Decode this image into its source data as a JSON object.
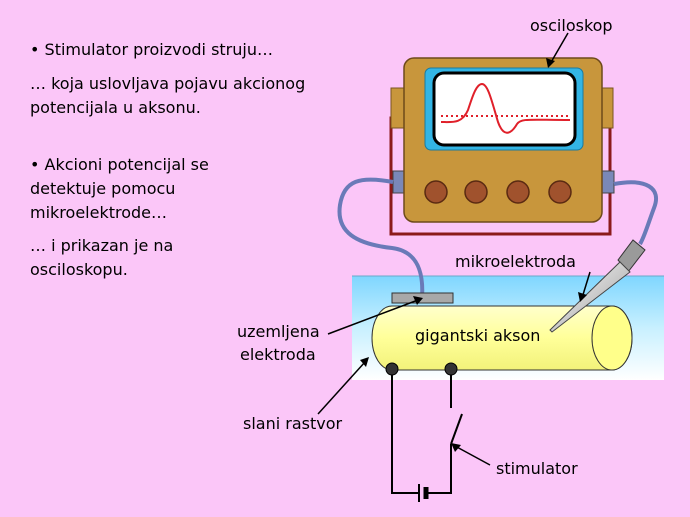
{
  "text": {
    "line1": "Stimulator proizvodi struju…",
    "line2a": "… koja uslovljava pojavu akcionog",
    "line2b": "potencijala u aksonu.",
    "line3a": "Akcioni potencijal se",
    "line3b": "detektuje pomocu",
    "line3c": "mikroelektrode…",
    "line4a": "… i prikazan je na",
    "line4b": "osciloskopu."
  },
  "labels": {
    "oscilloscope": "osciloskop",
    "microelectrode": "mikroelektroda",
    "axon": "gigantski akson",
    "ground_a": "uzemljena",
    "ground_b": "elektroda",
    "saline": "slani rastvor",
    "stimulator": "stimulator"
  },
  "colors": {
    "background": "#fbc6f8",
    "oscilloscope_body": "#c8963c",
    "screen_bezel": "#33b5e5",
    "trace": "#e0202a",
    "axon": "#ffff99",
    "bath": "#b8ecff",
    "wire": "#6a7ab8"
  }
}
